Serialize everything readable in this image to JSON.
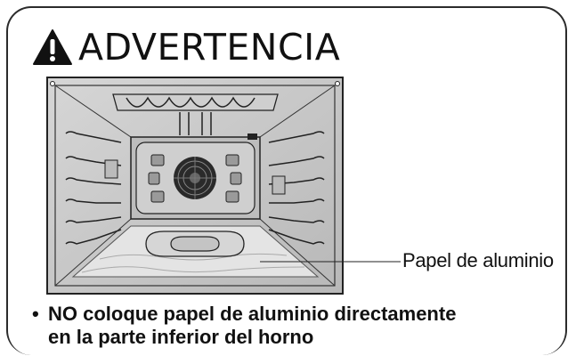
{
  "warning": {
    "title": "ADVERTENCIA",
    "icon": "warning-triangle-icon"
  },
  "illustration": {
    "callout_label": "Papel de aluminio"
  },
  "notes": [
    {
      "bullet": "•",
      "line1": "NO coloque papel de aluminio directamente",
      "line2": "en la parte inferior del horno"
    }
  ],
  "colors": {
    "border": "#2b2b2b",
    "oven_interior": "#c8c8c8",
    "text": "#111111"
  }
}
